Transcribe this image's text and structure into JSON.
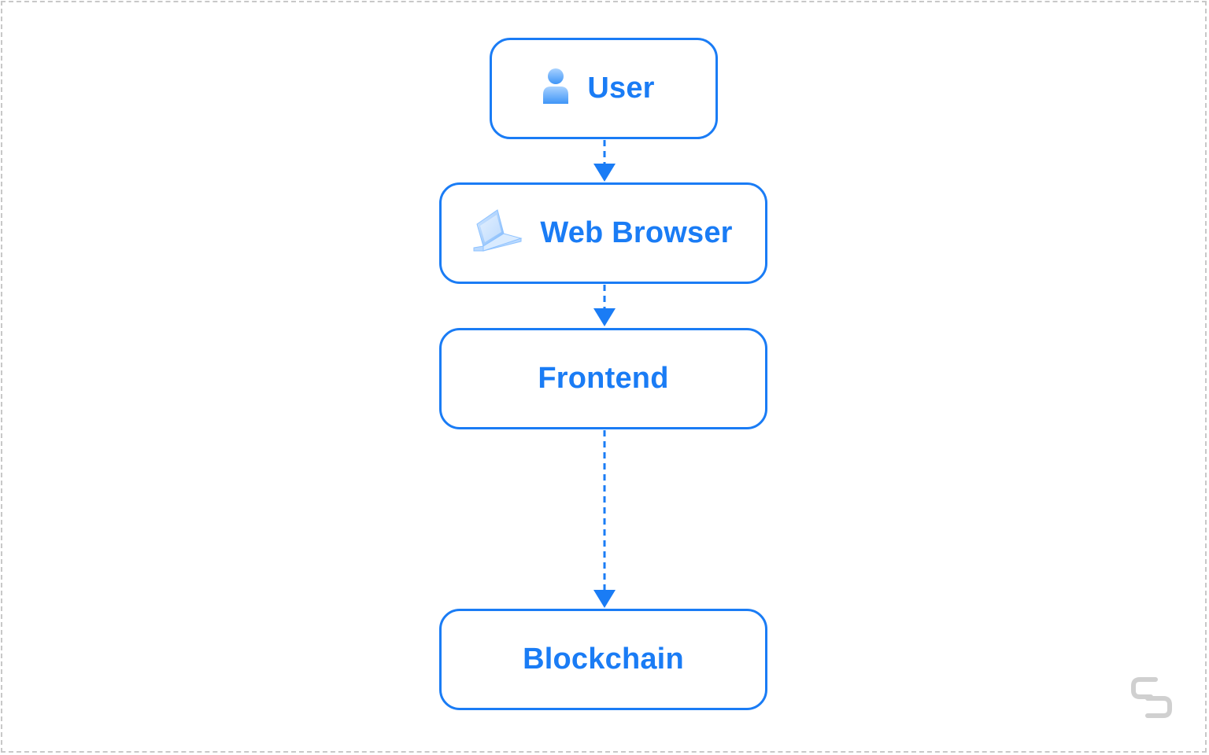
{
  "diagram": {
    "nodes": [
      {
        "id": "user",
        "label": "User",
        "icon": "user-icon"
      },
      {
        "id": "web-browser",
        "label": "Web Browser",
        "icon": "laptop-icon"
      },
      {
        "id": "frontend",
        "label": "Frontend"
      },
      {
        "id": "blockchain",
        "label": "Blockchain"
      }
    ],
    "edges": [
      {
        "from": "user",
        "to": "web-browser",
        "style": "dashed-arrow"
      },
      {
        "from": "web-browser",
        "to": "frontend",
        "style": "dashed-arrow"
      },
      {
        "from": "frontend",
        "to": "blockchain",
        "style": "dashed-arrow"
      }
    ]
  },
  "colors": {
    "accent": "#1a7cf5",
    "frame_border": "#c8c8c8",
    "icon_light": "#8ec2ff",
    "logo": "#d0d0d0"
  },
  "watermark": {
    "icon": "brand-logo-icon"
  }
}
